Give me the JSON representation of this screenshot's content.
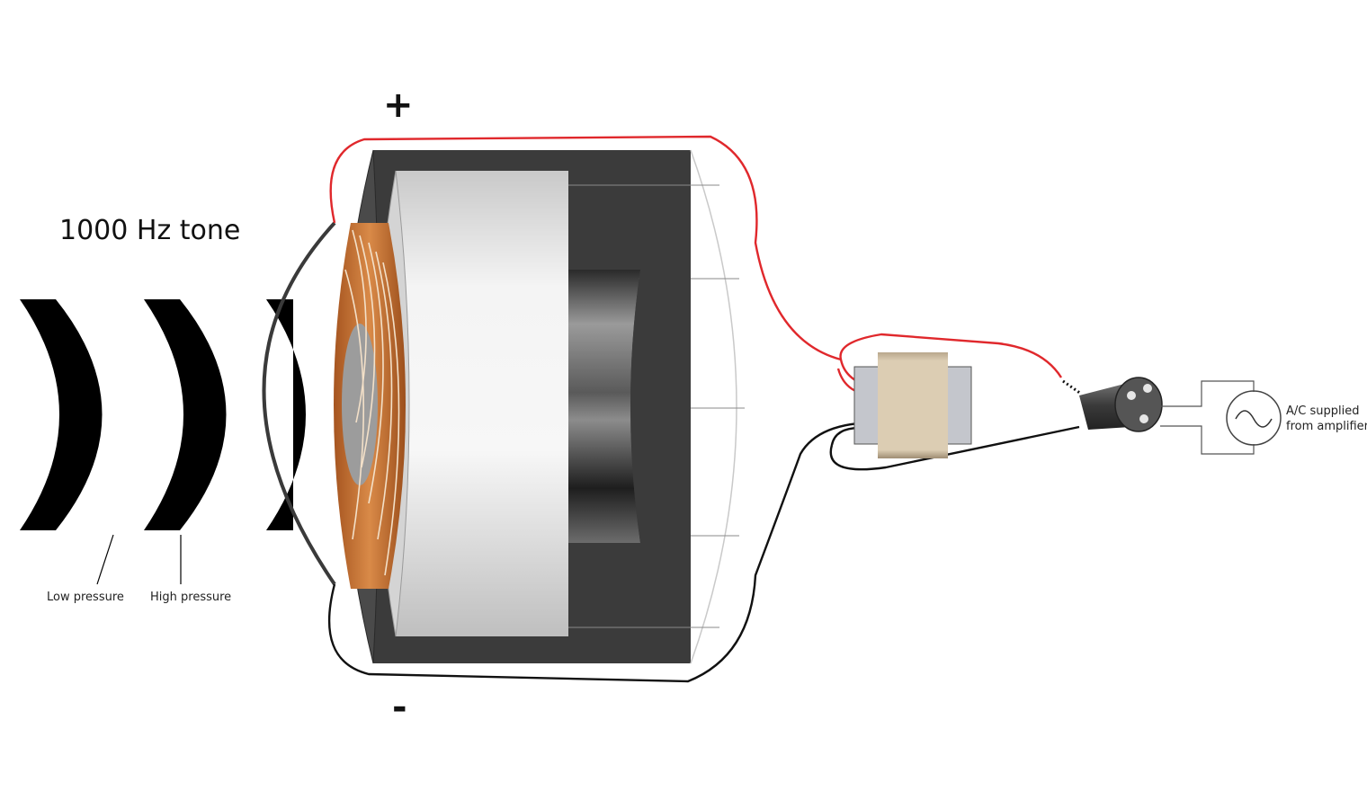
{
  "title": "1000 Hz tone",
  "labels": {
    "low_pressure": "Low pressure",
    "high_pressure": "High pressure",
    "plus": "+",
    "minus": "-",
    "ac_line1": "A/C supplied",
    "ac_line2": "from amplifier"
  },
  "colors": {
    "positive_wire": "#e0282c",
    "negative_wire": "#111111",
    "coil_copper": "#c8763a",
    "magnet_dark": "#3c3c3c",
    "pole_light": "#e8e8e8",
    "transformer": "#d9c9ae",
    "wave": "#000000"
  },
  "icons": {
    "ac_source": "sine-wave-icon",
    "connector": "xlr-connector-icon"
  }
}
